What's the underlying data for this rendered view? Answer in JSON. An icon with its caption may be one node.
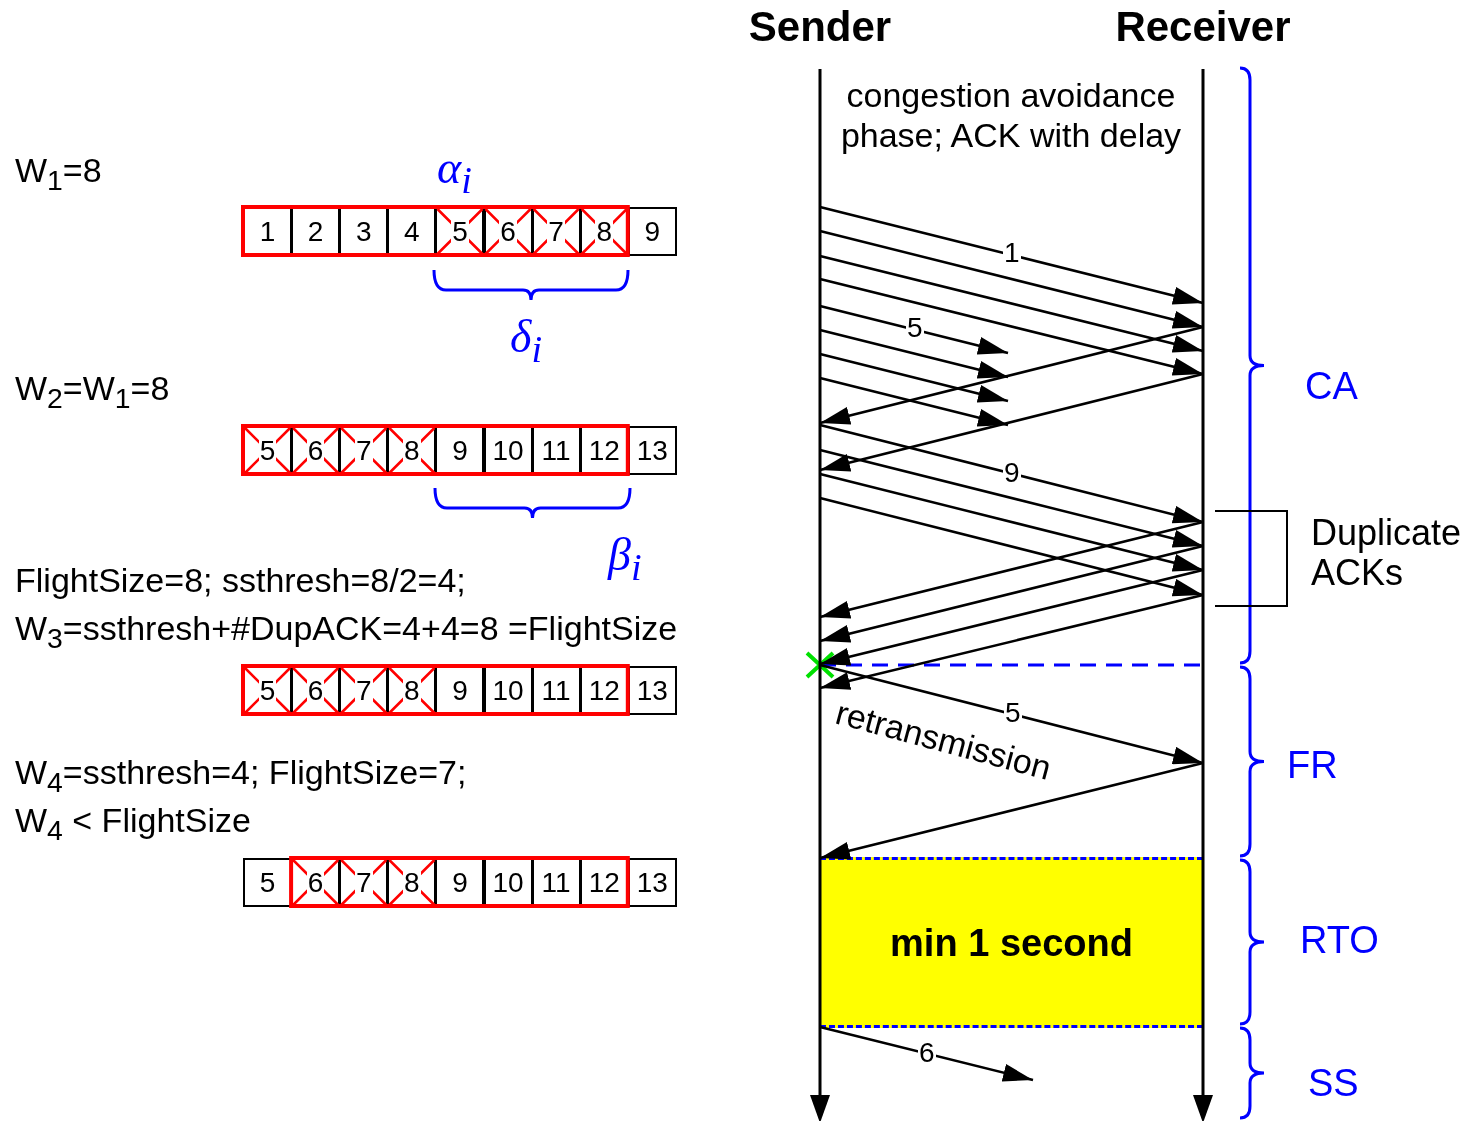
{
  "diagram": {
    "nodes": [
      {
        "text": [
          "Sender"
        ]
      },
      {
        "text": [
          "Receiver"
        ]
      },
      {
        "text": [
          "min 1 second"
        ]
      }
    ],
    "edges": [
      {
        "from": 0,
        "to": 1,
        "arrow": "to",
        "label": "1"
      },
      {
        "from": 0,
        "to": 1,
        "arrow": "to"
      },
      {
        "from": 0,
        "to": 1,
        "arrow": "to"
      },
      {
        "from": 0,
        "to": 1,
        "arrow": "to"
      },
      {
        "from": 0,
        "to": null,
        "arrow": "to",
        "label": "5"
      },
      {
        "from": 0,
        "to": null,
        "arrow": "to"
      },
      {
        "from": 0,
        "to": null,
        "arrow": "to"
      },
      {
        "from": 0,
        "to": null,
        "arrow": "to"
      },
      {
        "from": 1,
        "to": 0,
        "arrow": "to"
      },
      {
        "from": 1,
        "to": 0,
        "arrow": "to"
      },
      {
        "from": 0,
        "to": 1,
        "arrow": "to",
        "label": "9"
      },
      {
        "from": 0,
        "to": 1,
        "arrow": "to"
      },
      {
        "from": 0,
        "to": 1,
        "arrow": "to"
      },
      {
        "from": 0,
        "to": 1,
        "arrow": "to"
      },
      {
        "from": 1,
        "to": 0,
        "arrow": "to"
      },
      {
        "from": 1,
        "to": 0,
        "arrow": "to"
      },
      {
        "from": 1,
        "to": 0,
        "arrow": "to"
      },
      {
        "from": 1,
        "to": 0,
        "arrow": "to"
      },
      {
        "from": 0,
        "to": 1,
        "arrow": "to",
        "label": "5"
      },
      {
        "from": 1,
        "to": 0,
        "arrow": "to"
      },
      {
        "from": 0,
        "to": null,
        "arrow": "to",
        "label": "6"
      }
    ],
    "labels": [
      "congestion avoidance phase; ACK with delay",
      "W$_{1}$=8",
      "α$_{i}$",
      "1",
      "2",
      "3",
      "4",
      "5",
      "6",
      "7",
      "8",
      "9",
      "δ$_{i}$",
      "W$_{2}$=W$_{1}$=8",
      "CA",
      "5",
      "6",
      "7",
      "8",
      "9",
      "10",
      "11",
      "12",
      "13",
      "β$_{i}$",
      "Duplicate ACKs",
      "FlightSize=8; ssthresh=8/2=4;",
      "W$_{3}$=ssthresh+#DupACK=4+4=8 =FlightSize",
      "5",
      "6",
      "7",
      "8",
      "9",
      "10",
      "11",
      "12",
      "13",
      "retransmission",
      "W$_{4}$=ssthresh=4; FlightSize=7;",
      "FR",
      "W$_{4}$ < FlightSize",
      "5",
      "6",
      "7",
      "8",
      "9",
      "10",
      "11",
      "12",
      "13",
      "RTO",
      "SS"
    ]
  }
}
